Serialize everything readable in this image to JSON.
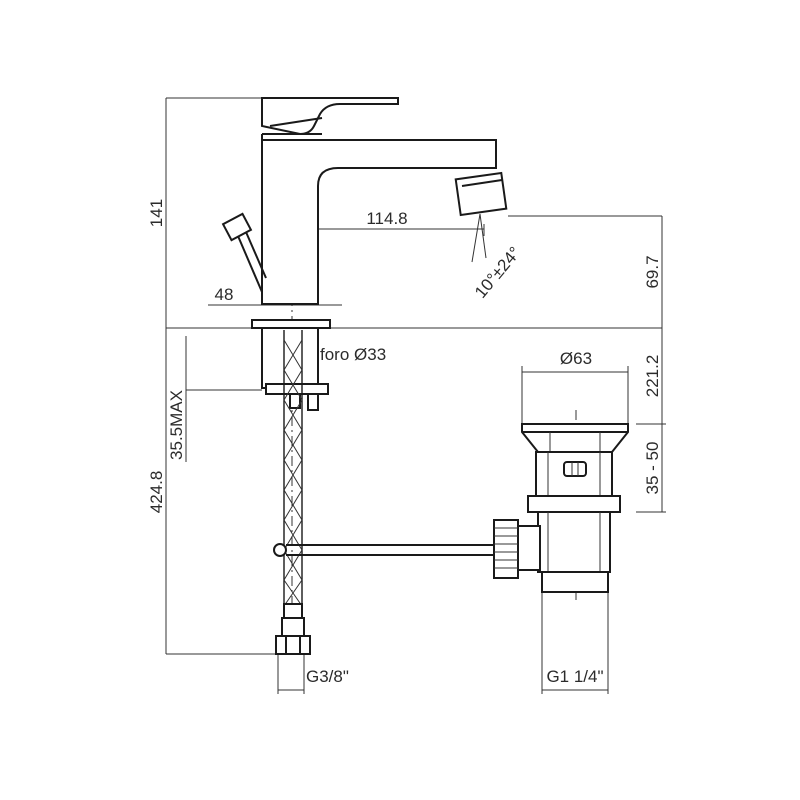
{
  "dimensions": {
    "height_total": "141",
    "spout_reach": "114.8",
    "spout_angle": "10°±24°",
    "spout_height": "69.7",
    "base_width": "48",
    "hole": "foro Ø33",
    "thickness_max": "35.5MAX",
    "drain_diameter": "Ø63",
    "drain_height": "221.2",
    "drain_range": "35 - 50",
    "hose_length": "424.8",
    "hose_thread": "G3/8\"",
    "drain_thread": "G1 1/4\""
  }
}
